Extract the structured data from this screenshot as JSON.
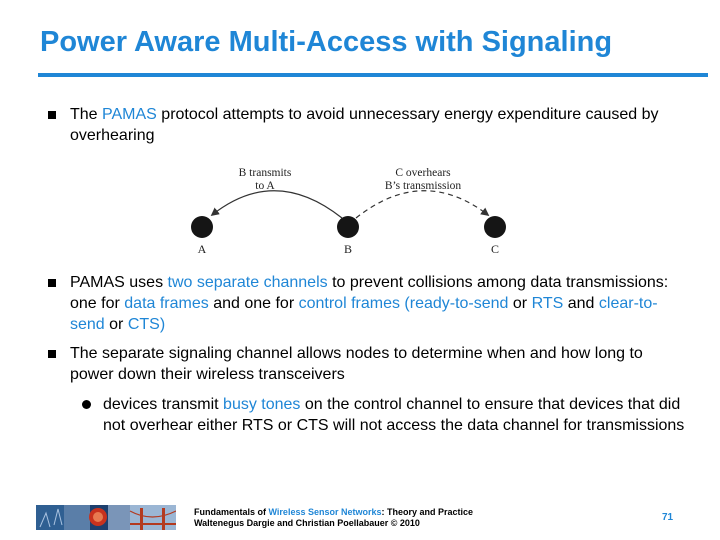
{
  "title": "Power Aware Multi-Access with Signaling",
  "bullet1": {
    "p1": "The ",
    "h1": "PAMAS",
    "p2": " protocol attempts to avoid unnecessary energy expenditure caused by overhearing"
  },
  "diagram": {
    "label_b_line1": "B transmits",
    "label_b_line2": "to A",
    "label_c_line1": "C overhears",
    "label_c_line2": "B’s transmission",
    "node_a": "A",
    "node_b": "B",
    "node_c": "C"
  },
  "bullet2": {
    "p1": "PAMAS uses ",
    "h1": "two separate channels",
    "p2": " to prevent collisions among data transmissions: one for ",
    "h2": "data frames",
    "p3": " and one for ",
    "h3": "control frames (ready-to-send",
    "p4": " or ",
    "h4": "RTS",
    "p5": " and ",
    "h5": "clear-to-send",
    "p6": " or ",
    "h6": "CTS)"
  },
  "bullet3": {
    "text": "The separate signaling channel allows nodes to determine when and how long to power down their wireless transceivers"
  },
  "sub1": {
    "p1": "devices transmit ",
    "h1": "busy tones",
    "p2": " on the control channel to ensure that devices that did not overhear either RTS or CTS will not access the data channel for transmissions"
  },
  "footer": {
    "line1_p1": "Fundamentals of ",
    "line1_h1": "Wireless Sensor Networks",
    "line1_p2": ": Theory and Practice",
    "line2": "Waltenegus Dargie and Christian Poellabauer © 2010",
    "page": "71"
  },
  "colors": {
    "accent": "#1f86d6"
  }
}
